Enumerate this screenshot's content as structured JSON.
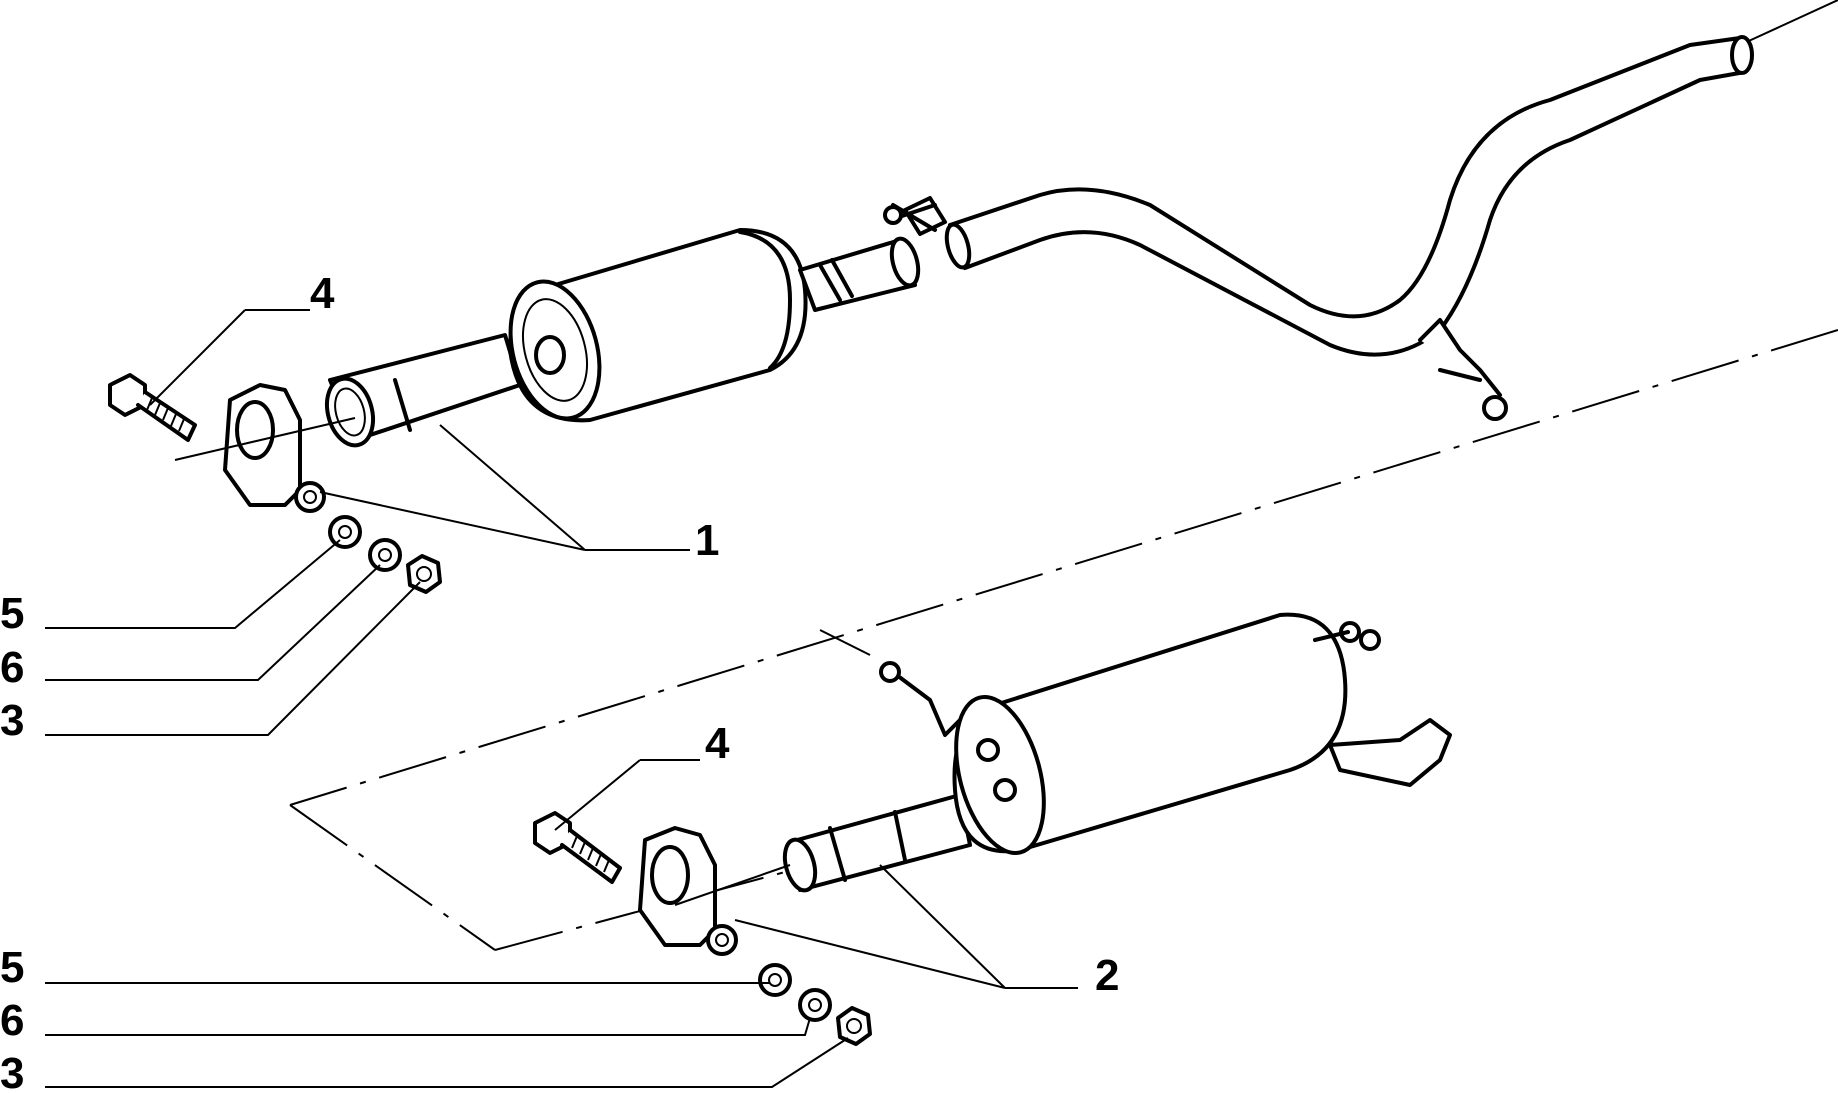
{
  "callouts": {
    "top_left_4": "4",
    "top_1": "1",
    "top_5": "5",
    "top_6": "6",
    "top_3": "3",
    "bottom_4": "4",
    "bottom_2": "2",
    "bottom_5": "5",
    "bottom_6": "6",
    "bottom_3": "3"
  }
}
